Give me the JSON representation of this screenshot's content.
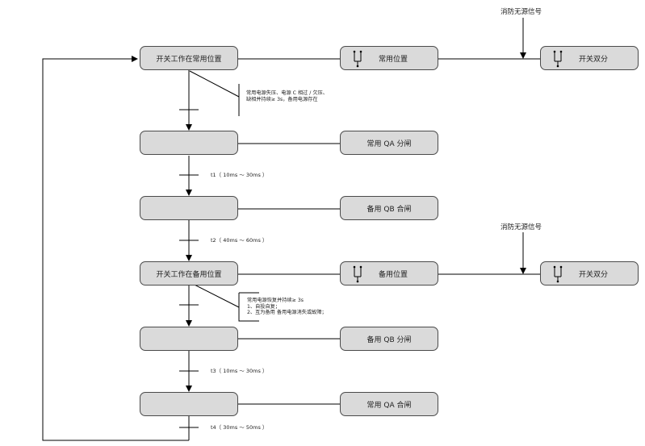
{
  "steps": [
    {
      "label": "开关工作在常用位置"
    },
    {
      "label": ""
    },
    {
      "label": ""
    },
    {
      "label": "开关工作在备用位置"
    },
    {
      "label": ""
    },
    {
      "label": ""
    }
  ],
  "actions": [
    {
      "label": "常用位置",
      "icon": "switch-icon"
    },
    {
      "label": "常用 QA 分闸"
    },
    {
      "label": "备用 QB 合闸"
    },
    {
      "label": "备用位置",
      "icon": "switch-icon"
    },
    {
      "label": "备用 QB 分闸"
    },
    {
      "label": "常用 QA 合闸"
    }
  ],
  "outputs": [
    {
      "label": "开关双分",
      "icon": "switch-icon"
    },
    {
      "label": "开关双分",
      "icon": "switch-icon"
    }
  ],
  "signals": [
    {
      "label": "消防无源信号"
    },
    {
      "label": "消防无源信号"
    }
  ],
  "conditions": {
    "c1": [
      "常用电源失压、电源 C 相过 / 欠压、",
      "缺相并持续≥ 3s，备用电源存在"
    ],
    "c2": [
      "常用电源恢复并持续≥ 3s",
      "1、自投自复；",
      "2、互为备用  备用电源消失或故障；"
    ]
  },
  "timers": [
    {
      "label": "t1（ 10ms ～ 30ms ）"
    },
    {
      "label": "t2（ 40ms ～ 60ms ）"
    },
    {
      "label": "t3（ 10ms ～ 30ms ）"
    },
    {
      "label": "t4（ 30ms ～ 50ms  ）"
    }
  ],
  "colors": {
    "box_fill": "#dadada",
    "box_border": "#4a4a4a",
    "line": "#000000"
  }
}
